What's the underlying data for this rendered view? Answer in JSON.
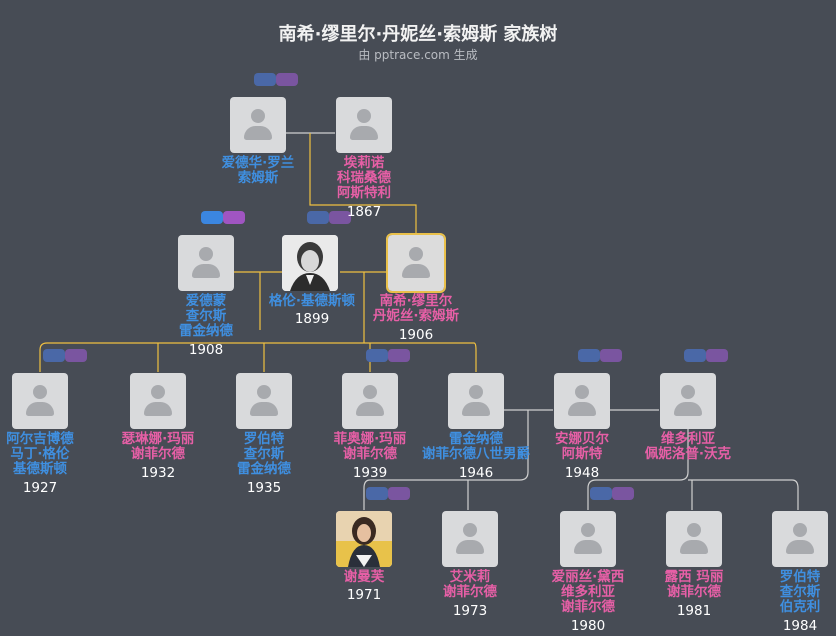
{
  "header": {
    "title": "南希·缪里尔·丹妮丝·索姆斯 家族树",
    "subtitle": "由 pptrace.com 生成"
  },
  "people": {
    "edward": {
      "lines": [
        "爱德华·罗兰",
        "索姆斯"
      ],
      "year": ""
    },
    "elinor": {
      "lines": [
        "埃莉诺",
        "科瑞桑德",
        "阿斯特利"
      ],
      "year": "1867"
    },
    "edmond": {
      "lines": [
        "爱德蒙",
        "查尔斯",
        "雷金纳德"
      ],
      "year": "1908"
    },
    "glenn": {
      "lines": [
        "格伦·基德斯顿"
      ],
      "year": "1899"
    },
    "nancy": {
      "lines": [
        "南希·缪里尔",
        "丹妮丝·索姆斯"
      ],
      "year": "1906"
    },
    "algernon": {
      "lines": [
        "阿尔吉博德",
        "马丁·格伦",
        "基德斯顿"
      ],
      "year": "1927"
    },
    "serena": {
      "lines": [
        "瑟琳娜·玛丽",
        "谢菲尔德"
      ],
      "year": "1932"
    },
    "robert1": {
      "lines": [
        "罗伯特",
        "查尔斯",
        "雷金纳德"
      ],
      "year": "1935"
    },
    "fiona": {
      "lines": [
        "菲奥娜·玛丽",
        "谢菲尔德"
      ],
      "year": "1939"
    },
    "reginald": {
      "lines": [
        "雷金纳德",
        "谢菲尔德八世男爵"
      ],
      "year": "1946"
    },
    "annabel": {
      "lines": [
        "安娜贝尔",
        "阿斯特"
      ],
      "year": "1948"
    },
    "victoria": {
      "lines": [
        "维多利亚",
        "佩妮洛普·沃克"
      ],
      "year": ""
    },
    "samantha": {
      "lines": [
        "谢曼芙"
      ],
      "year": "1971"
    },
    "emily": {
      "lines": [
        "艾米莉",
        "谢菲尔德"
      ],
      "year": "1973"
    },
    "alice": {
      "lines": [
        "爱丽丝·黛西",
        "维多利亚",
        "谢菲尔德"
      ],
      "year": "1980"
    },
    "lucy": {
      "lines": [
        "露西 玛丽",
        "谢菲尔德"
      ],
      "year": "1981"
    },
    "robert2": {
      "lines": [
        "罗伯特",
        "查尔斯",
        "伯克利"
      ],
      "year": "1984"
    }
  },
  "colors": {
    "line": "#f0c040",
    "line_gray": "#d0d0d0",
    "male": "#3f8fe0",
    "female": "#e65fa6"
  }
}
